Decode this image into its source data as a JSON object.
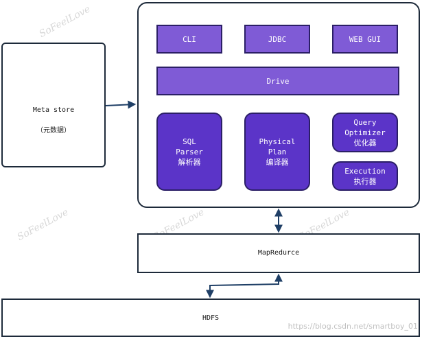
{
  "meta_store": {
    "line1": "Meta store",
    "line2": "（元数据）"
  },
  "hive": {
    "cli": "CLI",
    "jdbc": "JDBC",
    "web_gui": "WEB GUI",
    "drive": "Drive",
    "sql_parser": "SQL\nParser\n解析器",
    "physical_plan": "Physical\nPlan\n编译器",
    "query_optimizer": "Query\nOptimizer\n优化器",
    "execution": "Execution\n执行器"
  },
  "mapreduce": "MapRedurce",
  "hdfs": "HDFS",
  "watermark": "SoFeelLove",
  "footer": "https://blog.csdn.net/smartboy_01",
  "colors": {
    "light_purple": "#7f5bd6",
    "dark_purple": "#5b34c8",
    "outline": "#1d2a3a",
    "arrow": "#1f3f66"
  }
}
